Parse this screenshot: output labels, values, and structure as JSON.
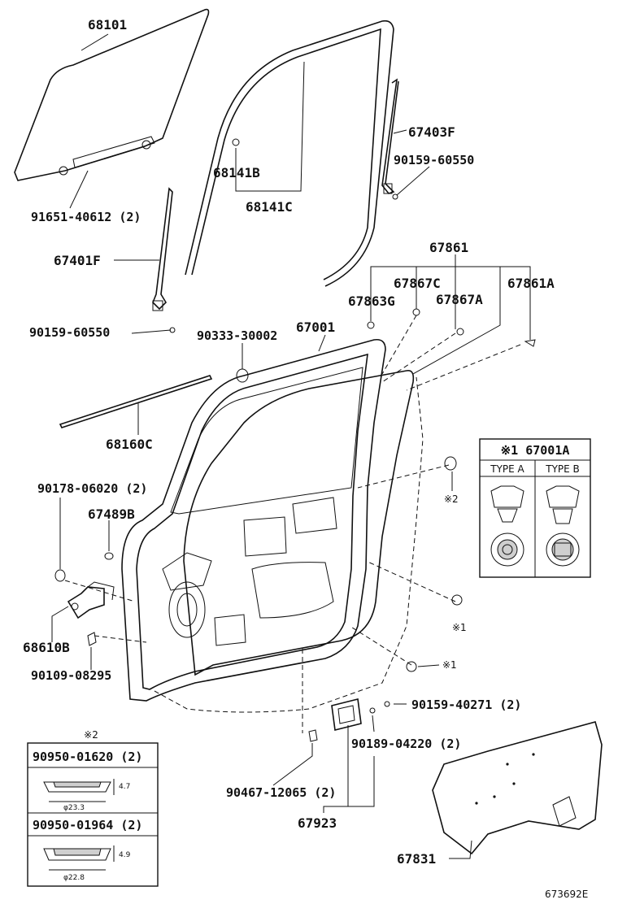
{
  "labels": {
    "p68101": "68101",
    "p68141B": "68141B",
    "p68141C": "68141C",
    "p67403F": "67403F",
    "p90159_60550_a": "90159-60550",
    "p91651": "91651-40612 (2)",
    "p67401F": "67401F",
    "p67861": "67861",
    "p67867C": "67867C",
    "p67863G": "67863G",
    "p67867A": "67867A",
    "p67861A": "67861A",
    "p90159_60550_b": "90159-60550",
    "p90333": "90333-30002",
    "p67001": "67001",
    "p68160C": "68160C",
    "p90178": "90178-06020 (2)",
    "p67489B": "67489B",
    "p68610B": "68610B",
    "p90109": "90109-08295",
    "p90159_40271": "90159-40271 (2)",
    "p90189": "90189-04220 (2)",
    "p90467": "90467-12065 (2)",
    "p67923": "67923",
    "p67831": "67831",
    "ref2": "※2",
    "ref1a": "※1",
    "ref1b": "※1",
    "diagram_id": "673692E"
  },
  "clip_table": {
    "title": "※1 67001A",
    "type_a": "TYPE A",
    "type_b": "TYPE B"
  },
  "plug_table": {
    "title": "※2",
    "row1_part": "90950-01620 (2)",
    "row1_dim_h": "4.7",
    "row1_dim_d": "φ23.3",
    "row2_part": "90950-01964 (2)",
    "row2_dim_h": "4.9",
    "row2_dim_d": "φ22.8"
  }
}
